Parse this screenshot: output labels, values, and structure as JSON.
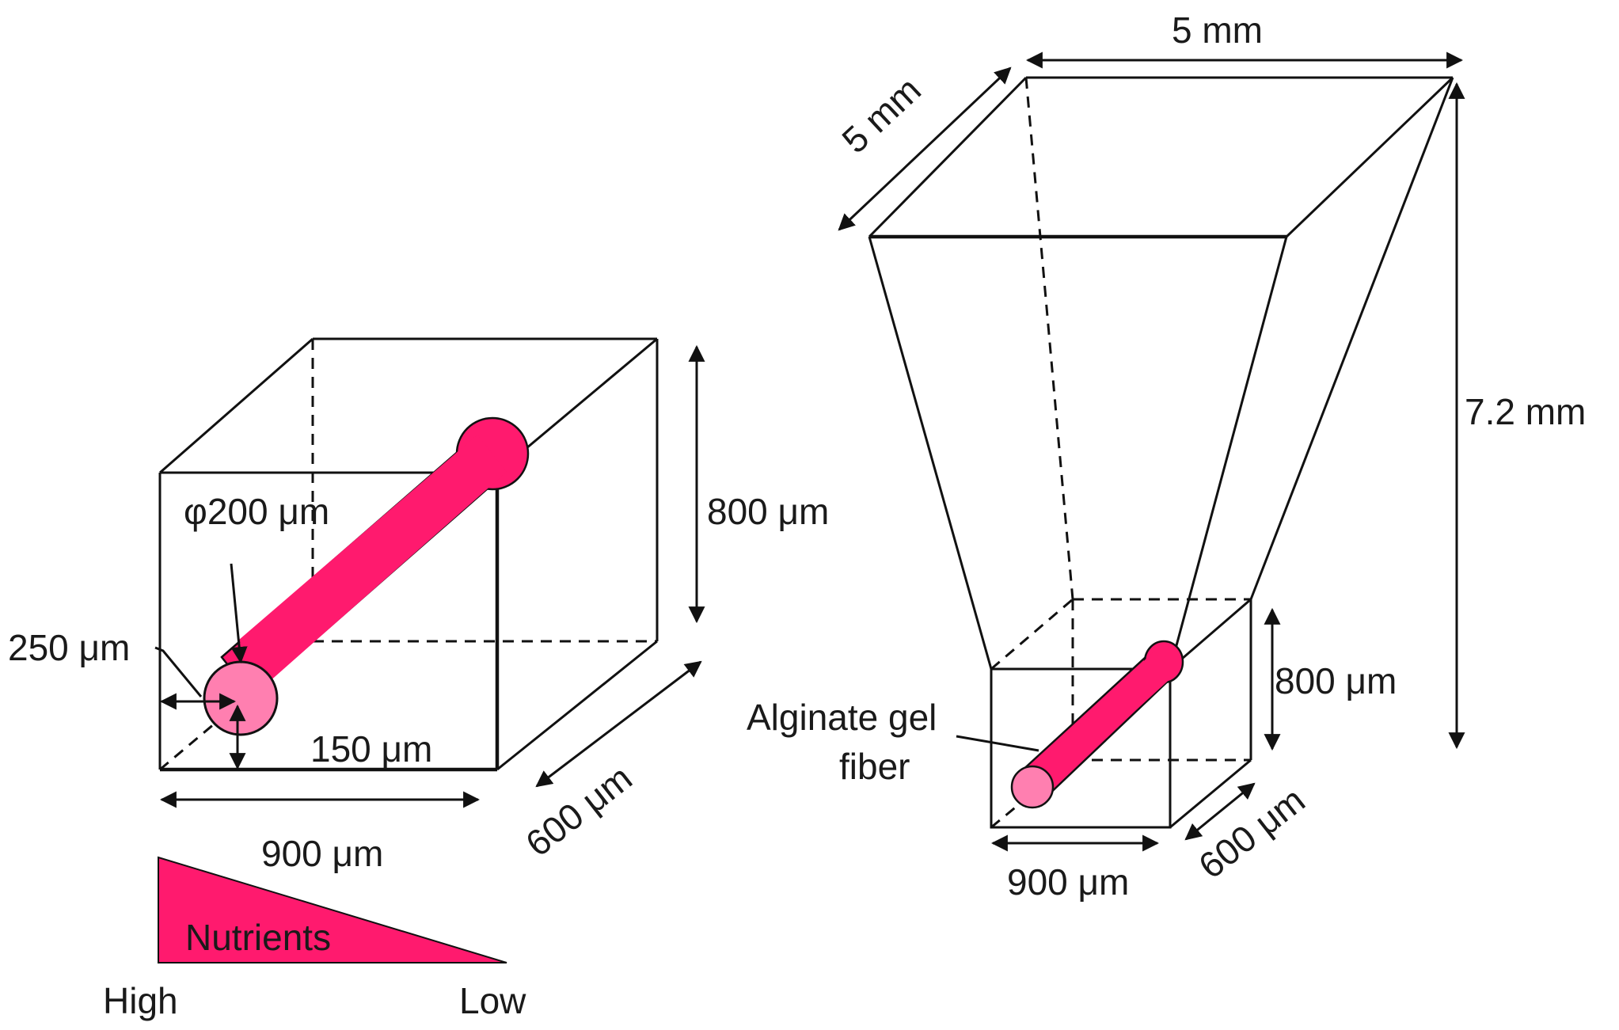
{
  "left_box": {
    "fiber_diameter": "φ200 μm",
    "height": "800 μm",
    "left_offset": "250 μm",
    "bottom_offset": "150 μm",
    "width": "900 μm",
    "depth": "600 μm"
  },
  "gradient": {
    "label": "Nutrients",
    "high": "High",
    "low": "Low"
  },
  "funnel": {
    "top_width": "5 mm",
    "top_depth": "5 mm",
    "height": "7.2 mm",
    "chamber_height": "800 μm",
    "chamber_width": "900 μm",
    "chamber_depth": "600 μm",
    "fiber_label_line1": "Alginate gel",
    "fiber_label_line2": "fiber"
  },
  "colors": {
    "fiber": "#ff1a6e",
    "fiber_end": "#ff7fb0",
    "line": "#111111"
  }
}
